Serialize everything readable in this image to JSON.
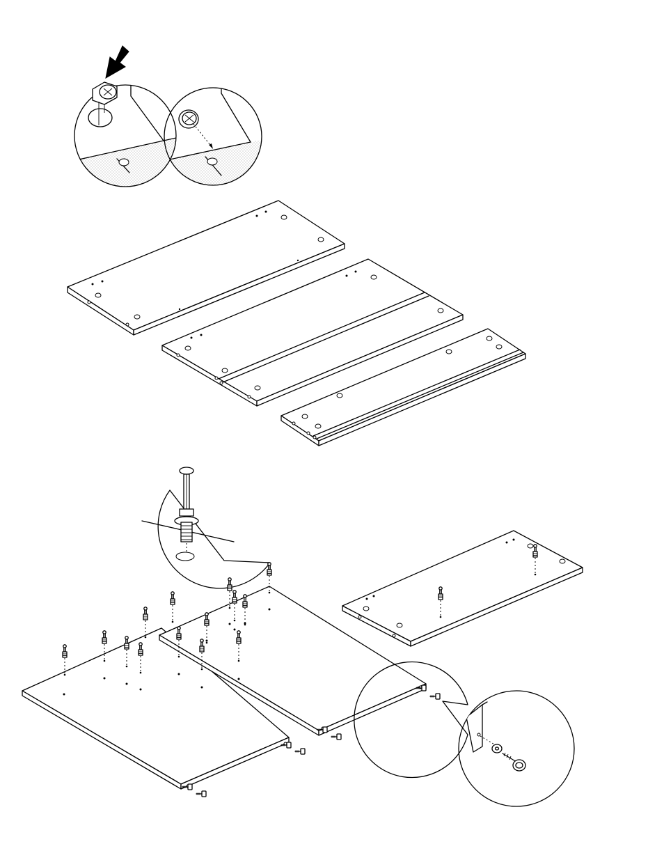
{
  "diagram": {
    "step_detail_cam_lock": {
      "icons": [
        "push-arrow-icon",
        "cam-lock-icon",
        "cam-lock-inserted-icon"
      ]
    },
    "panels": [
      "top-panel",
      "middle-panel-with-groove",
      "narrow-panel-with-groove"
    ],
    "step_detail_dowel": {
      "icons": [
        "cam-bolt-icon"
      ]
    },
    "fasteners": {
      "icons": [
        "cam-bolt-icon",
        "screw-icon",
        "washer-icon"
      ]
    },
    "colors": {
      "line": "#000000",
      "background": "#ffffff",
      "texture": "#888888"
    }
  }
}
